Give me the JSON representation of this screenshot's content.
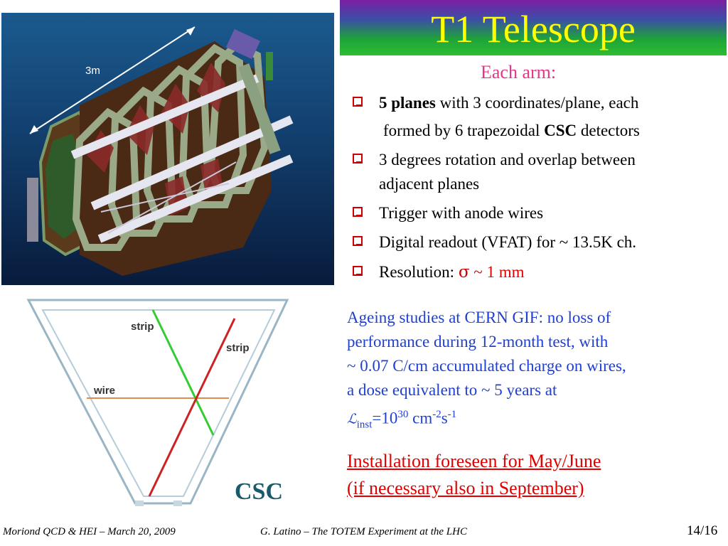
{
  "title": "T1 Telescope",
  "figure": {
    "dimension_label": "3m",
    "csc_label": "CSC",
    "strip1_label": "strip",
    "strip2_label": "strip",
    "wire_label": "wire"
  },
  "each_arm": "Each arm:",
  "bullets": [
    {
      "bold": "5 planes",
      "text": " with 3 coordinates/plane, each"
    },
    {
      "text_pre": "formed by 6 trapezoidal ",
      "bold": "CSC",
      "text_post": " detectors"
    },
    {
      "text": "3 degrees rotation and overlap between"
    },
    {
      "text": "adjacent planes"
    },
    {
      "text": "Trigger with anode wires"
    },
    {
      "text": "Digital readout (VFAT) for ~ 13.5K ch."
    },
    {
      "text": "Resolution: ",
      "sigma": "σ",
      "tilde": " ~ ",
      "value": "1 mm"
    }
  ],
  "ageing": {
    "line1": "Ageing studies at CERN GIF: no loss of",
    "line2": "performance during 12-month test, with",
    "line3": "~ 0.07 C/cm accumulated charge on wires,",
    "line4": "a dose equivalent to ~ 5 years at",
    "lum_symbol": "ℒ",
    "lum_sub": "inst",
    "lum_eq": "=10",
    "lum_exp": "30",
    "unit_cm": " cm",
    "unit_cm_exp": "-2",
    "unit_s": "s",
    "unit_s_exp": "-1"
  },
  "install": {
    "line1": "Installation foreseen for May/June",
    "line2": "(if necessary also in September)"
  },
  "footer": {
    "left": "Moriond QCD & HEI – March 20, 2009",
    "center": "G. Latino – The TOTEM Experiment at the LHC",
    "page": "14/16"
  },
  "colors": {
    "title_text": "#ffff00",
    "each_arm": "#e8358a",
    "ageing": "#1f3fd0",
    "install": "#e00000",
    "bullet_box": "#cc0000"
  }
}
